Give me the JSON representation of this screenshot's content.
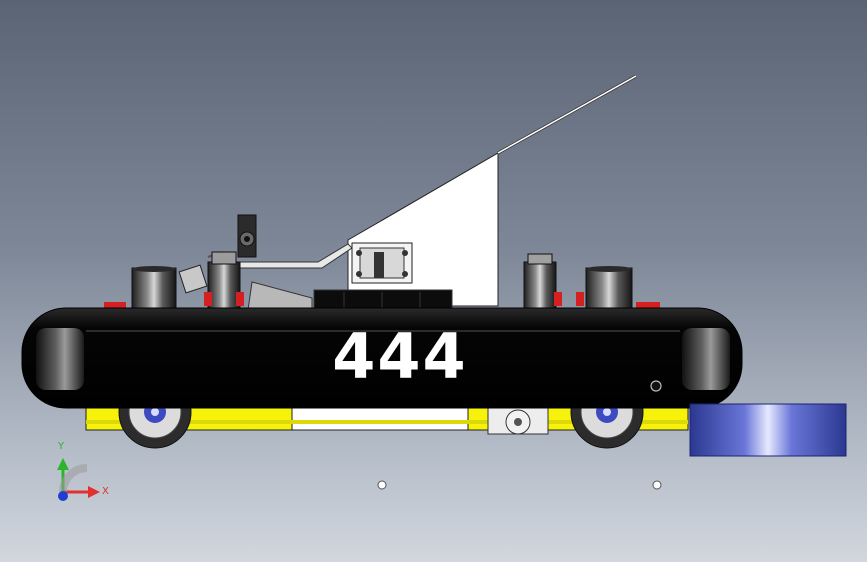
{
  "scene": {
    "robot_number": "444"
  },
  "triad": {
    "y_label": "Y",
    "x_label": "X"
  },
  "colors": {
    "background_top": "#5b6474",
    "background_bottom": "#d2d7de",
    "bumper": "#050505",
    "frame_yellow": "#f6f20a",
    "disc_blue": "#4d58b8",
    "plate_white": "#ffffff",
    "triad_x": "#e03030",
    "triad_y": "#2bb52b",
    "triad_z": "#1f3fd0"
  }
}
